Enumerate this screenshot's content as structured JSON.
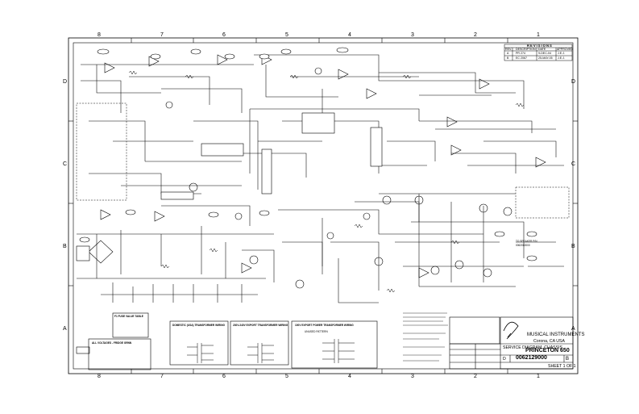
{
  "zones": {
    "columns": [
      "8",
      "7",
      "6",
      "5",
      "4",
      "3",
      "2",
      "1"
    ],
    "rows": [
      "D",
      "C",
      "B",
      "A"
    ]
  },
  "revisions": {
    "heading": "REVISIONS",
    "columns": [
      "REV.",
      "DESCRIPTION",
      "DATE",
      "APPROVED"
    ],
    "rows": [
      {
        "rev": "A",
        "desc": "PR 274",
        "date": "9-DEC-04",
        "appr": "J.E.J."
      },
      {
        "rev": "B",
        "desc": "EC 2067",
        "date": "25-MAY-05",
        "appr": "J.E.J."
      }
    ]
  },
  "title_block": {
    "company": "MUSICAL INSTRUMENTS",
    "location": "Corona, CA USA",
    "doc_type": "SERVICE DIAGRAM, CHASSIS",
    "model": "PRINCETON 650",
    "part_number": "0062129000",
    "revision": "B"
  },
  "labels": {
    "fuse_table_title": "F1 FUSE VALUE TABLE",
    "all_voltages": "ALL VOLTAGES - FRIDGE GRNN",
    "domestic_title": "DOMESTIC (USA) TRANSFORMER WIRING",
    "export230_title": "230V-240V EXPORT TRANSFORMER WIRING",
    "export100_title": "100V EXPORT POWER TRANSFORMER WIRING",
    "unused_pattern": "UNUSED PATTERN",
    "to_speaker": "TO SPEAKER P/N",
    "to_speaker_pn": "0062082000",
    "sheet": "SHEET 1 OF 1"
  },
  "colors": {
    "ink": "#000000",
    "paper": "#ffffff"
  }
}
